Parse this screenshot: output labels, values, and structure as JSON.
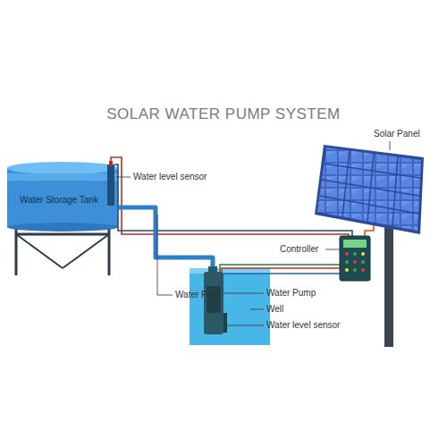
{
  "diagram": {
    "title": "SOLAR WATER PUMP SYSTEM",
    "nodes": [
      {
        "text": [
          "Water Storage Tank"
        ]
      }
    ],
    "labels": [
      "Solar Panel",
      "Water level sensor",
      "Controller",
      "Water Pipe",
      "Water Pump",
      "Well",
      "Water level sensor"
    ]
  }
}
